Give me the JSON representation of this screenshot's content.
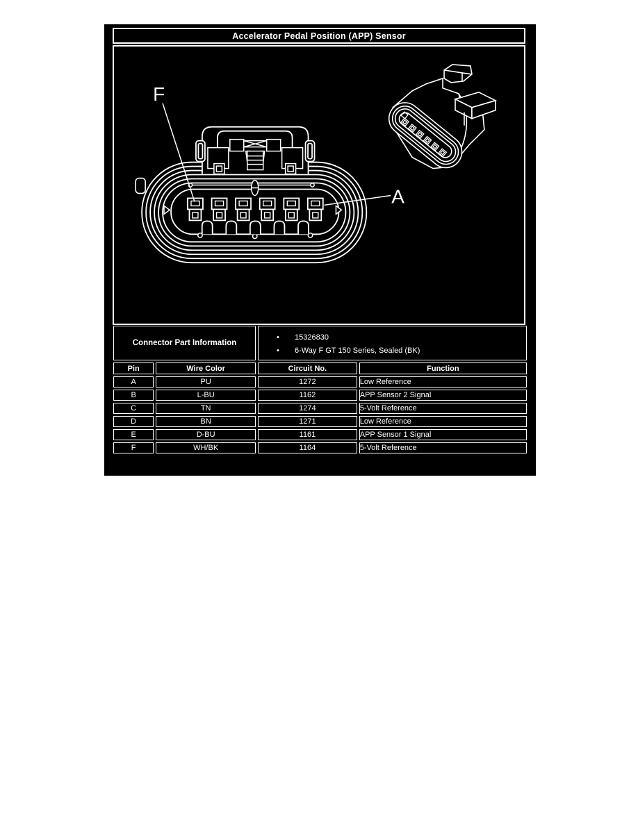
{
  "colors": {
    "panel_bg": "#000000",
    "line": "#ffffff",
    "page_bg": "#ffffff"
  },
  "title": "Accelerator Pedal Position (APP) Sensor",
  "diagram": {
    "pin_label_first": "F",
    "pin_label_last": "A"
  },
  "connector_info": {
    "label": "Connector Part Information",
    "items": [
      "15326830",
      "6-Way F GT 150 Series, Sealed (BK)"
    ],
    "bullet": "•"
  },
  "pin_table": {
    "headers": [
      "Pin",
      "Wire Color",
      "Circuit No.",
      "Function"
    ],
    "rows": [
      {
        "pin": "A",
        "wire_color": "PU",
        "circuit": "1272",
        "function": "Low Reference"
      },
      {
        "pin": "B",
        "wire_color": "L-BU",
        "circuit": "1162",
        "function": "APP Sensor 2 Signal"
      },
      {
        "pin": "C",
        "wire_color": "TN",
        "circuit": "1274",
        "function": "5-Volt Reference"
      },
      {
        "pin": "D",
        "wire_color": "BN",
        "circuit": "1271",
        "function": "Low Reference"
      },
      {
        "pin": "E",
        "wire_color": "D-BU",
        "circuit": "1161",
        "function": "APP Sensor 1 Signal"
      },
      {
        "pin": "F",
        "wire_color": "WH/BK",
        "circuit": "1164",
        "function": "5-Volt Reference"
      }
    ]
  }
}
